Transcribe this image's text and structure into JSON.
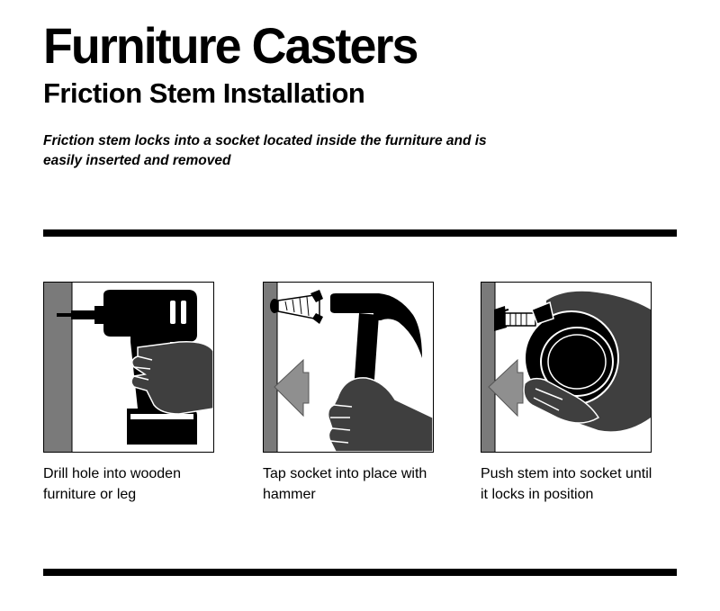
{
  "header": {
    "title": "Furniture Casters",
    "subtitle": "Friction Stem Installation",
    "intro": "Friction stem locks into a socket located inside the furniture and is easily inserted and removed"
  },
  "steps": [
    {
      "caption": "Drill hole into wooden furniture or leg",
      "icon": "drill-icon"
    },
    {
      "caption": "Tap socket into place with hammer",
      "icon": "hammer-icon"
    },
    {
      "caption": "Push stem into socket until it locks in position",
      "icon": "caster-icon"
    }
  ],
  "colors": {
    "wood": "#7a7a7a",
    "arrow": "#8f8f8f",
    "hand": "#3f3f3f",
    "ink": "#000000"
  }
}
